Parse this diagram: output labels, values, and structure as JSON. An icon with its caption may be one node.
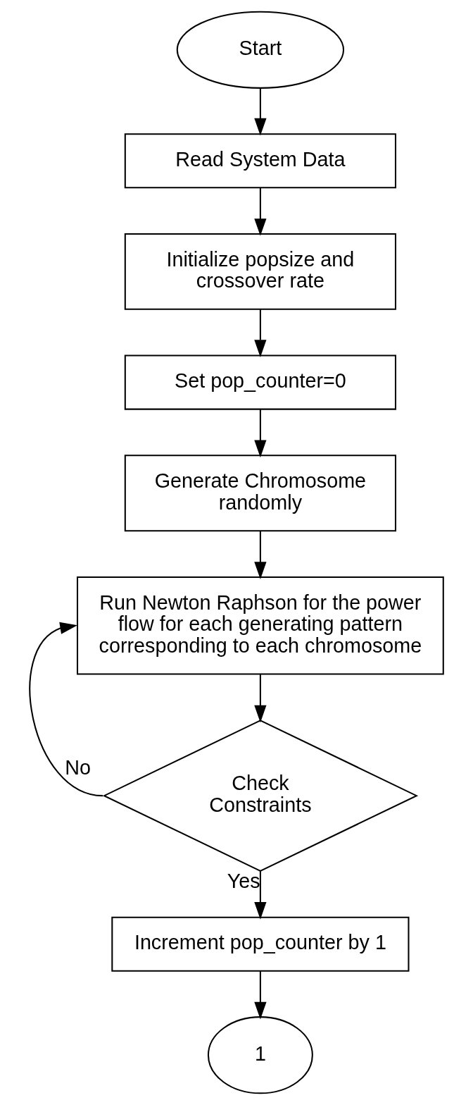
{
  "diagram": {
    "nodes": [
      {
        "text": [
          "Start"
        ]
      },
      {
        "text": [
          "Read System Data"
        ]
      },
      {
        "text": [
          "Initialize popsize and crossover rate"
        ]
      },
      {
        "text": [
          "Set pop_counter=0"
        ]
      },
      {
        "text": [
          "Generate Chromosome randomly"
        ]
      },
      {
        "text": [
          "Run Newton Raphson for the power flow for each generating pattern corresponding to each chromosome"
        ]
      },
      {
        "text": [
          "Check Constraints"
        ]
      },
      {
        "text": [
          "Increment pop_counter by 1"
        ]
      },
      {
        "text": [
          "1"
        ]
      }
    ],
    "edges": [
      {
        "from": 0,
        "to": 1,
        "arrow": "to"
      },
      {
        "from": 1,
        "to": 2,
        "arrow": "to"
      },
      {
        "from": 2,
        "to": 3,
        "arrow": "to"
      },
      {
        "from": 3,
        "to": 4,
        "arrow": "to"
      },
      {
        "from": 4,
        "to": 5,
        "arrow": "to"
      },
      {
        "from": 6,
        "to": 5,
        "arrow": "to",
        "label": "No"
      },
      {
        "from": 5,
        "to": 6,
        "arrow": "to"
      },
      {
        "from": 6,
        "to": 7,
        "arrow": "to",
        "label": "Yes"
      },
      {
        "from": 7,
        "to": 8,
        "arrow": "to"
      }
    ]
  }
}
